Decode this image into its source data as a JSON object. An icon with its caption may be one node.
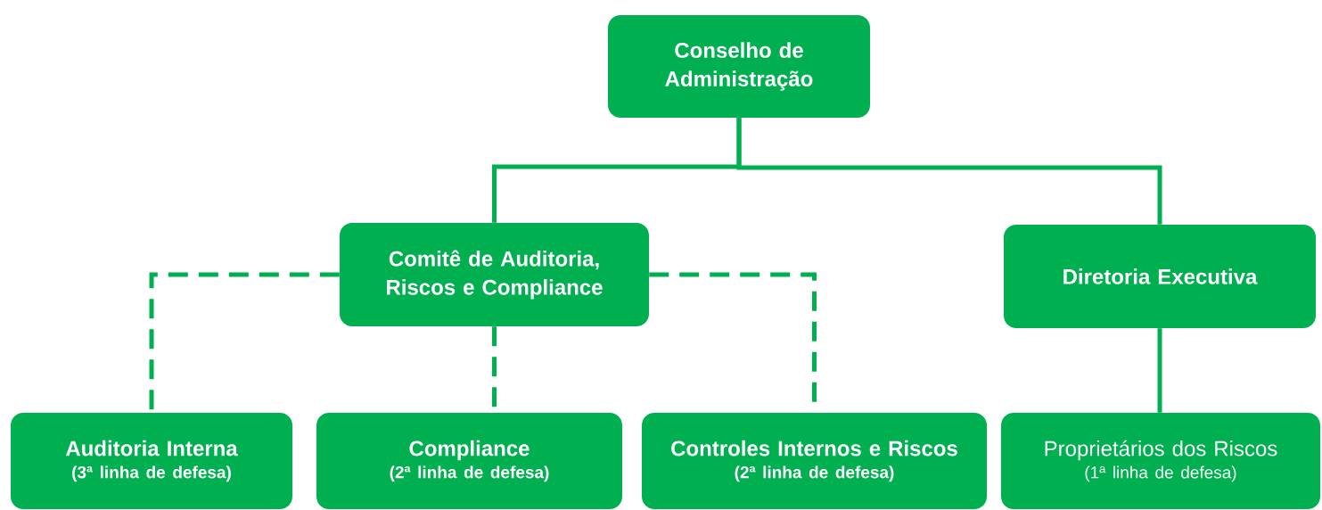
{
  "diagram": {
    "nodes": [
      {
        "text": [
          "Conselho de Administração"
        ]
      },
      {
        "text": [
          "Comitê de Auditoria, Riscos e Compliance"
        ]
      },
      {
        "text": [
          "Diretoria Executiva"
        ]
      },
      {
        "text": [
          "Auditoria Interna",
          "(3ª linha de defesa)"
        ]
      },
      {
        "text": [
          "Compliance",
          "(2ª linha de defesa)"
        ]
      },
      {
        "text": [
          "Controles Internos e Riscos",
          "(2ª linha de defesa)"
        ]
      },
      {
        "text": [
          "Proprietários dos Riscos",
          "(1ª linha de defesa)"
        ]
      }
    ],
    "edges": [
      {
        "from": 0,
        "to": 1,
        "arrow": "none"
      },
      {
        "from": 0,
        "to": 2,
        "arrow": "none"
      },
      {
        "from": 1,
        "to": 3,
        "arrow": "none",
        "style": "dashed"
      },
      {
        "from": 1,
        "to": 4,
        "arrow": "none",
        "style": "dashed"
      },
      {
        "from": 1,
        "to": 5,
        "arrow": "none",
        "style": "dashed"
      },
      {
        "from": 2,
        "to": 6,
        "arrow": "none"
      }
    ]
  }
}
